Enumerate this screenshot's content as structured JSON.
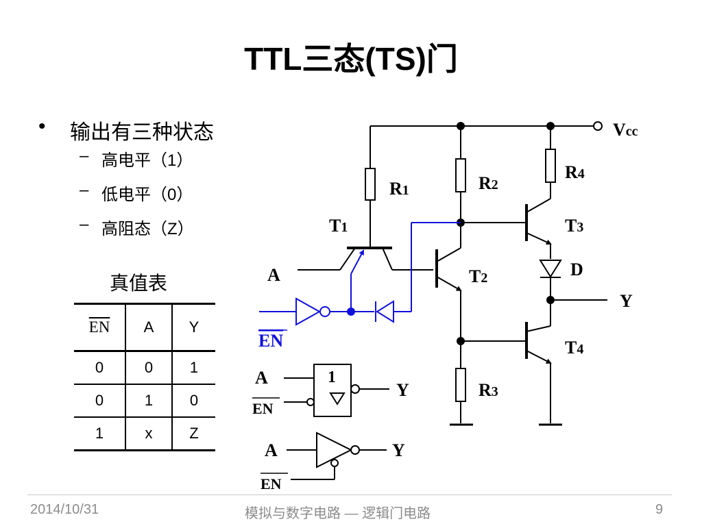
{
  "slide": {
    "title": "TTL三态(TS)门",
    "bullets": [
      {
        "text": "输出有三种状态",
        "level": 1
      },
      {
        "text": "高电平（1）",
        "level": 2
      },
      {
        "text": "低电平（0）",
        "level": 2
      },
      {
        "text": "高阻态（Z）",
        "level": 2
      }
    ],
    "truth_table": {
      "title": "真值表",
      "headers": [
        "EN",
        "A",
        "Y"
      ],
      "rows": [
        [
          "0",
          "0",
          "1"
        ],
        [
          "0",
          "1",
          "0"
        ],
        [
          "1",
          "x",
          "Z"
        ]
      ]
    },
    "circuit": {
      "vcc": "V",
      "vcc_sub": "cc",
      "r1": "R",
      "r1_sub": "1",
      "r2": "R",
      "r2_sub": "2",
      "r3": "R",
      "r3_sub": "3",
      "r4": "R",
      "r4_sub": "4",
      "t1": "T",
      "t1_sub": "1",
      "t2": "T",
      "t2_sub": "2",
      "t3": "T",
      "t3_sub": "3",
      "t4": "T",
      "t4_sub": "4",
      "d": "D",
      "input_a": "A",
      "output_y": "Y",
      "enable": "EN"
    },
    "symbols": {
      "iec_label": "1",
      "iec_input": "A",
      "iec_enable": "EN",
      "iec_output": "Y",
      "ansi_input": "A",
      "ansi_enable": "EN",
      "ansi_output": "Y"
    },
    "colors": {
      "enable_path": "#1010dd",
      "lines": "#000000"
    }
  },
  "footer": {
    "date": "2014/10/31",
    "course": "模拟与数字电路 — 逻辑门电路",
    "page": "9"
  }
}
